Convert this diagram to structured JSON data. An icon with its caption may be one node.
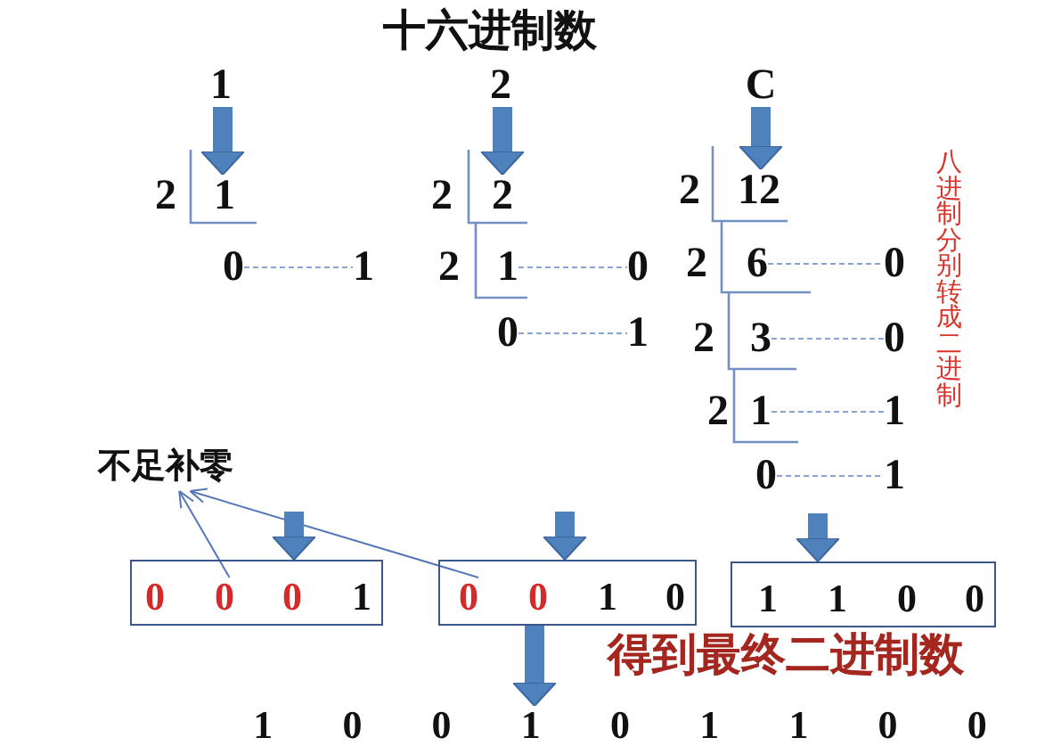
{
  "diagram": {
    "title": "十六进制数",
    "nodes": [
      {
        "text": [
          "1"
        ]
      },
      {
        "text": [
          "2"
        ]
      },
      {
        "text": [
          "C"
        ]
      },
      {
        "text": [
          "1"
        ]
      },
      {
        "text": [
          "0"
        ]
      },
      {
        "text": [
          "1"
        ]
      },
      {
        "text": [
          "2"
        ]
      },
      {
        "text": [
          "1"
        ]
      },
      {
        "text": [
          "0"
        ]
      },
      {
        "text": [
          "0"
        ]
      },
      {
        "text": [
          "1"
        ]
      },
      {
        "text": [
          "12"
        ]
      },
      {
        "text": [
          "6"
        ]
      },
      {
        "text": [
          "0"
        ]
      },
      {
        "text": [
          "3"
        ]
      },
      {
        "text": [
          "0"
        ]
      },
      {
        "text": [
          "1"
        ]
      },
      {
        "text": [
          "1"
        ]
      },
      {
        "text": [
          "0"
        ]
      },
      {
        "text": [
          "1"
        ]
      },
      {
        "text": [
          "不足补零"
        ]
      },
      {
        "text": [],
        "shape": "box"
      },
      {
        "text": [
          "0"
        ],
        "in": 21
      },
      {
        "text": [
          "0"
        ],
        "in": 21
      },
      {
        "text": [
          "0"
        ],
        "in": 21
      },
      {
        "text": [
          "1"
        ],
        "in": 21
      },
      {
        "text": [],
        "shape": "box"
      },
      {
        "text": [
          "0"
        ],
        "in": 26
      },
      {
        "text": [
          "0"
        ],
        "in": 26
      },
      {
        "text": [
          "1"
        ],
        "in": 26
      },
      {
        "text": [
          "0"
        ],
        "in": 26
      },
      {
        "text": [],
        "shape": "box"
      },
      {
        "text": [
          "1"
        ],
        "in": 31
      },
      {
        "text": [
          "1"
        ],
        "in": 31
      },
      {
        "text": [
          "0"
        ],
        "in": 31
      },
      {
        "text": [
          "0"
        ],
        "in": 31
      },
      {
        "text": [
          "1 0 0 1 0 1 1 0 0"
        ]
      }
    ],
    "edges": [
      {
        "from": 0,
        "to": 3,
        "arrow": "to",
        "style": "thick"
      },
      {
        "from": 1,
        "to": 6,
        "arrow": "to",
        "style": "thick"
      },
      {
        "from": 2,
        "to": 11,
        "arrow": "to",
        "style": "thick"
      },
      {
        "from": 4,
        "to": 5,
        "arrow": "none",
        "style": "dashed"
      },
      {
        "from": 7,
        "to": 8,
        "arrow": "none",
        "style": "dashed"
      },
      {
        "from": 9,
        "to": 10,
        "arrow": "none",
        "style": "dashed"
      },
      {
        "from": 12,
        "to": 13,
        "arrow": "none",
        "style": "dashed"
      },
      {
        "from": 14,
        "to": 15,
        "arrow": "none",
        "style": "dashed"
      },
      {
        "from": 16,
        "to": 17,
        "arrow": "none",
        "style": "dashed"
      },
      {
        "from": 18,
        "to": 19,
        "arrow": "none",
        "style": "dashed"
      },
      {
        "from": 23,
        "to": 20,
        "arrow": "to"
      },
      {
        "from": 27,
        "to": 20,
        "arrow": "to"
      },
      {
        "from": null,
        "to": 21,
        "arrow": "to",
        "style": "thick"
      },
      {
        "from": null,
        "to": 26,
        "arrow": "to",
        "style": "thick"
      },
      {
        "from": null,
        "to": 31,
        "arrow": "to",
        "style": "thick"
      },
      {
        "from": 26,
        "to": 36,
        "arrow": "to",
        "style": "thick"
      }
    ],
    "labels": [
      "2",
      "2",
      "2",
      "2",
      "2",
      "2",
      "2",
      "八进制分别转成二进制",
      "得到最终二进制数"
    ]
  }
}
